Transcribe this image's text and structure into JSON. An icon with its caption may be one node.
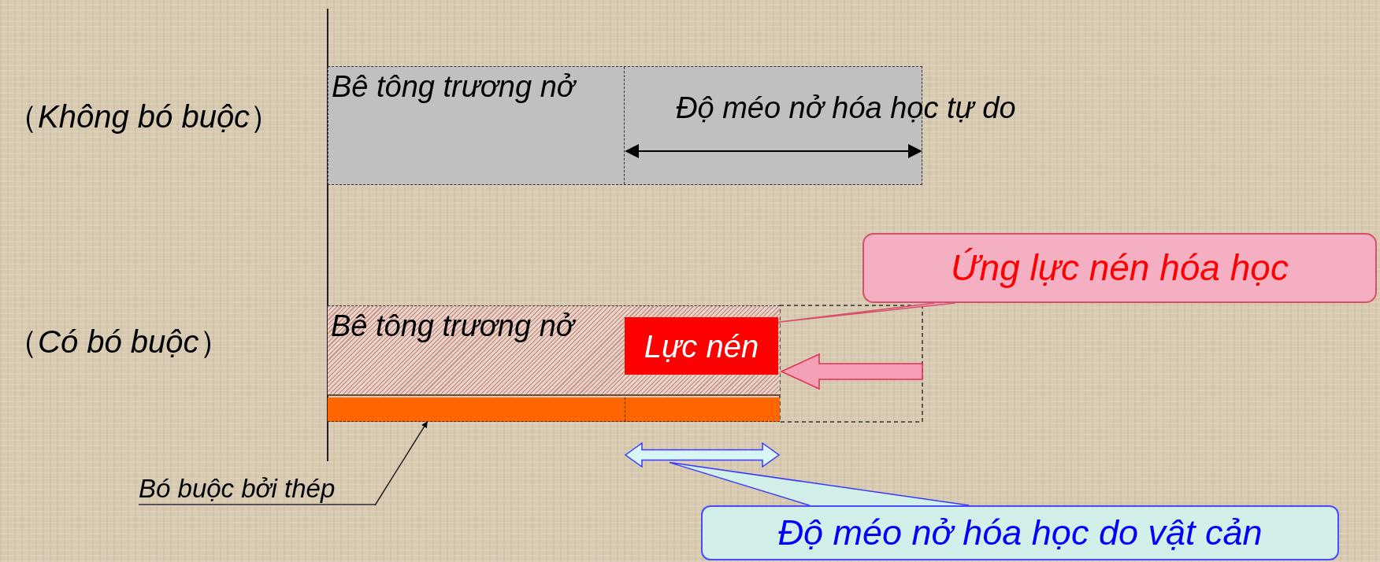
{
  "diagram": {
    "nodes": [
      {
        "text": [
          "Bê tông trương nở"
        ]
      },
      {
        "text": [
          "Ứng lực nén hóa học"
        ]
      },
      {
        "text": [
          "Bê tông trương nở"
        ]
      },
      {
        "text": [
          "Lực nén"
        ],
        "in": 2
      },
      {
        "text": [],
        "shape": "bar"
      },
      {
        "text": [],
        "shape": "arrow"
      },
      {
        "text": [
          "Bó buộc bởi thép"
        ]
      },
      {
        "text": [
          "Độ méo nở hóa học do vật cản"
        ]
      }
    ],
    "edges": [
      {
        "from": 1,
        "to": 3,
        "arrow": "none",
        "color": "#d8506e"
      },
      {
        "from": 6,
        "to": 4,
        "arrow": "to",
        "color": "#222222"
      },
      {
        "from": 7,
        "to": 5,
        "arrow": "none",
        "color": "#3a3aff"
      }
    ],
    "labels": [
      "（*Không bó buộc*）",
      "Độ méo nở hóa học tự do",
      "（*Có bó buộc*）"
    ]
  }
}
